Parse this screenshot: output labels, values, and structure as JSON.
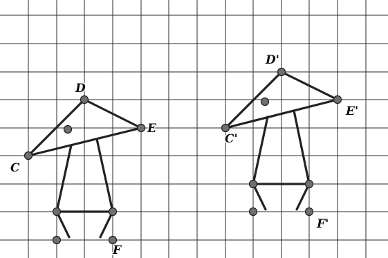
{
  "figure": {
    "labels": {
      "original": {
        "C": "C",
        "D": "D",
        "E": "E",
        "F": "F"
      },
      "image": {
        "C": "C'",
        "D": "D'",
        "E": "E'",
        "F": "F'"
      }
    },
    "point_fill": "#6f6f6f",
    "line_color": "#222222",
    "grid_color": "#2a2a2a"
  }
}
